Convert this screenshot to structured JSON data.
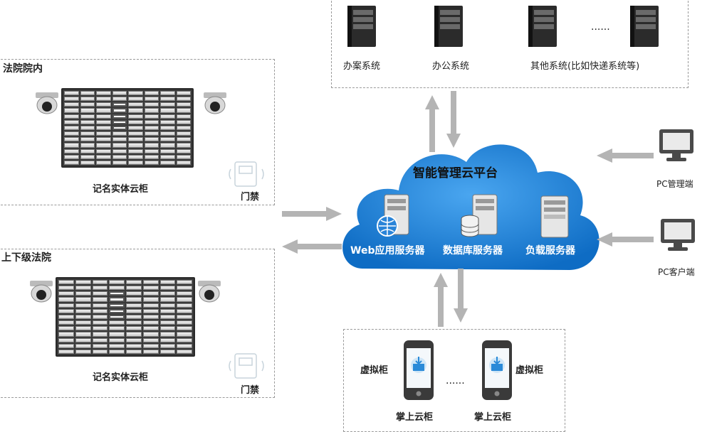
{
  "court_internal": {
    "title": "法院院内",
    "cabinet_label": "记名实体云柜",
    "access_label": "门禁"
  },
  "court_levels": {
    "title": "上下级法院",
    "cabinet_label": "记名实体云柜",
    "access_label": "门禁"
  },
  "systems": {
    "items": [
      {
        "label": "办案系统"
      },
      {
        "label": "办公系统"
      },
      {
        "label": "其他系统(比如快递系统等)"
      }
    ],
    "ellipsis": "......"
  },
  "cloud": {
    "title": "智能管理云平台",
    "servers": [
      {
        "label": "Web应用服务器"
      },
      {
        "label": "数据库服务器"
      },
      {
        "label": "负载服务器"
      }
    ]
  },
  "pc": {
    "admin_label": "PC管理端",
    "client_label": "PC客户端"
  },
  "mobile": {
    "virtual_label_left": "虚拟柜",
    "virtual_label_right": "虚拟柜",
    "phone_label_left": "掌上云柜",
    "phone_label_right": "掌上云柜",
    "ellipsis": "......"
  },
  "colors": {
    "cloud": "#1a7fd4",
    "arrow": "#b4b4b4",
    "dash": "#9a9a9a"
  }
}
